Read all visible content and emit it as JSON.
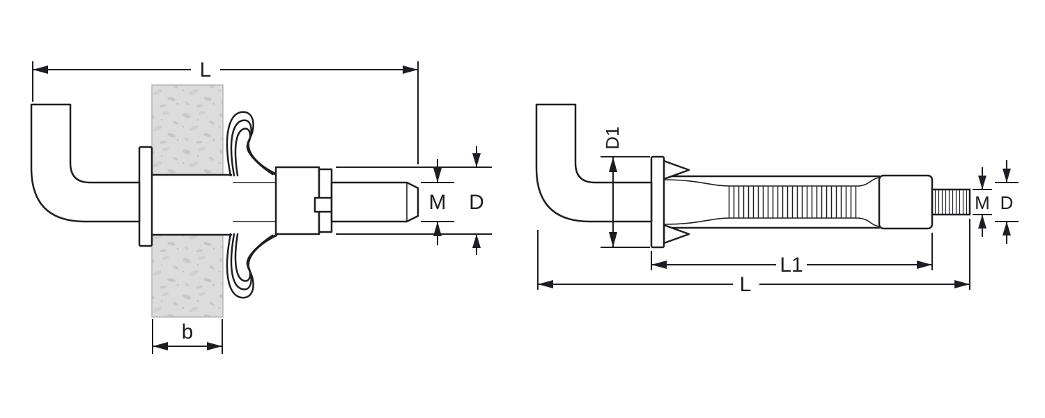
{
  "figure": {
    "subject": "hollow-wall expansion anchor with hook, dimensional drawing (installed view and standalone view)",
    "colors": {
      "stroke": "#1d1d25",
      "background": "#ffffff",
      "wall_fill": "#dcdcdc",
      "wall_speckle": "#c8c8c8"
    },
    "views": {
      "installed": {
        "labels": {
          "overall_length": "L",
          "thread": "M",
          "diameter": "D",
          "wall_thickness": "b"
        }
      },
      "standalone": {
        "labels": {
          "flange_diameter": "D1",
          "thread": "M",
          "diameter": "D",
          "body_length": "L1",
          "overall_length": "L"
        }
      }
    }
  }
}
